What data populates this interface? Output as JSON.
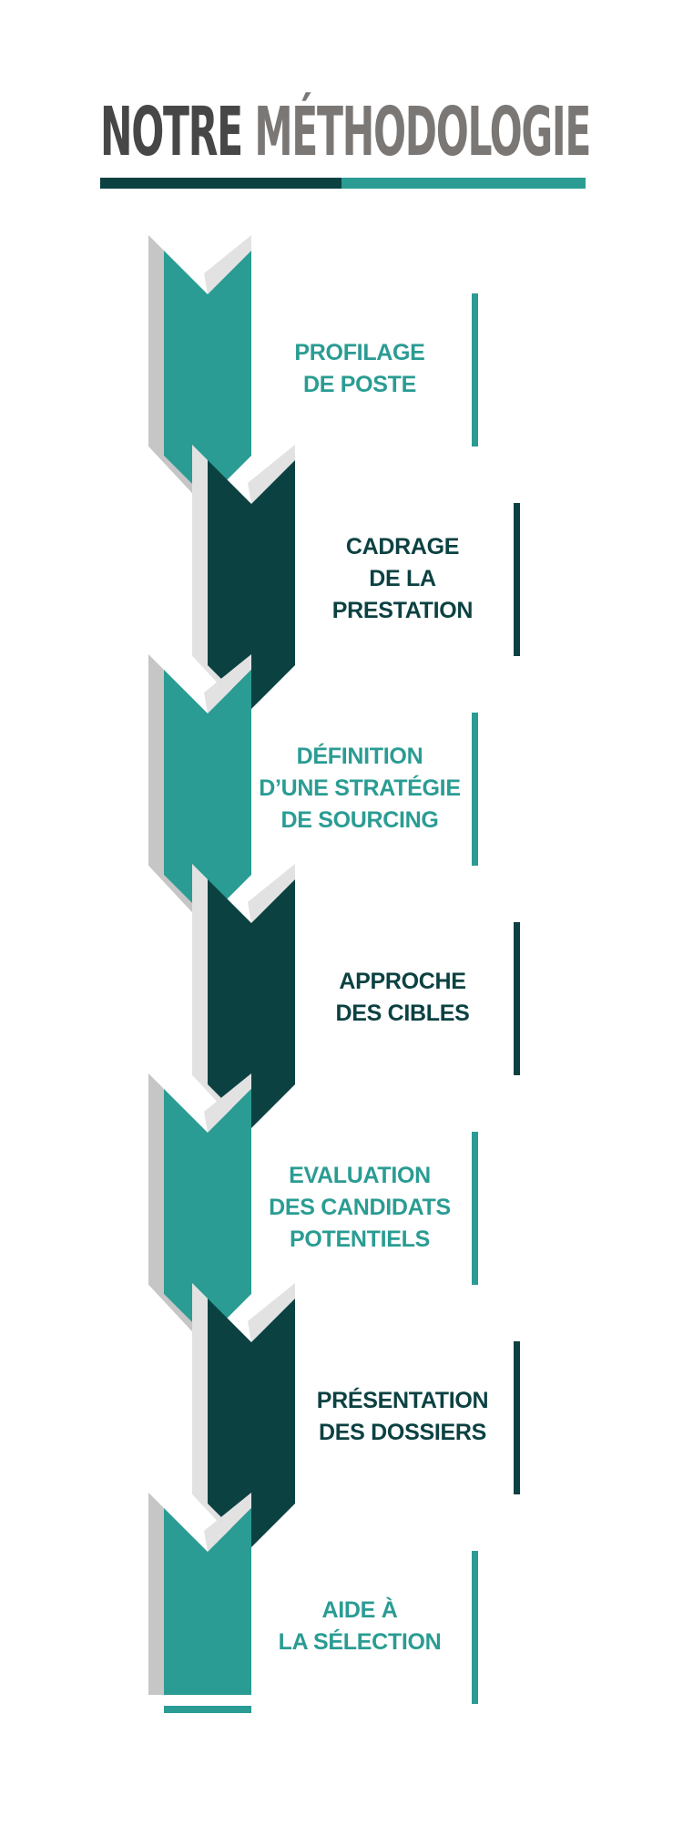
{
  "title": {
    "word1": "NOTRE",
    "word2": "MÉTHODOLOGIE"
  },
  "colors": {
    "teal": "#2a9c93",
    "dark": "#0c4142",
    "shadow": "#c6c6c6",
    "shadow_light": "#e2e2e2",
    "title_dark": "#474747",
    "title_light": "#7a7775"
  },
  "steps": [
    {
      "lines": [
        "PROFILAGE",
        "DE POSTE"
      ],
      "color": "teal"
    },
    {
      "lines": [
        "CADRAGE",
        "DE LA",
        "PRESTATION"
      ],
      "color": "dark"
    },
    {
      "lines": [
        "DÉFINITION",
        "D’UNE STRATÉGIE",
        "DE SOURCING"
      ],
      "color": "teal"
    },
    {
      "lines": [
        "APPROCHE",
        "DES CIBLES"
      ],
      "color": "dark"
    },
    {
      "lines": [
        "EVALUATION",
        "DES CANDIDATS",
        "POTENTIELS"
      ],
      "color": "teal"
    },
    {
      "lines": [
        "PRÉSENTATION",
        "DES DOSSIERS"
      ],
      "color": "dark"
    },
    {
      "lines": [
        "AIDE À",
        "LA SÉLECTION"
      ],
      "color": "teal"
    }
  ]
}
